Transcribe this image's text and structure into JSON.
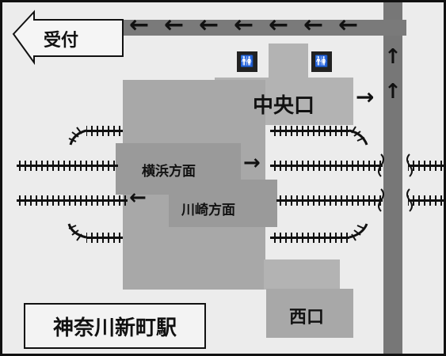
{
  "reception": {
    "label": "受付"
  },
  "exits": {
    "central": "中央口",
    "west": "西口"
  },
  "platforms": {
    "upper": "横浜方面",
    "lower": "川崎方面"
  },
  "station_name": "神奈川新町駅",
  "icons": {
    "toilet_left": "toilet-icon",
    "toilet_right": "toilet-icon"
  },
  "colors": {
    "background": "#ececec",
    "building": "#a8a8a8",
    "road": "#777777",
    "text": "#111111"
  }
}
